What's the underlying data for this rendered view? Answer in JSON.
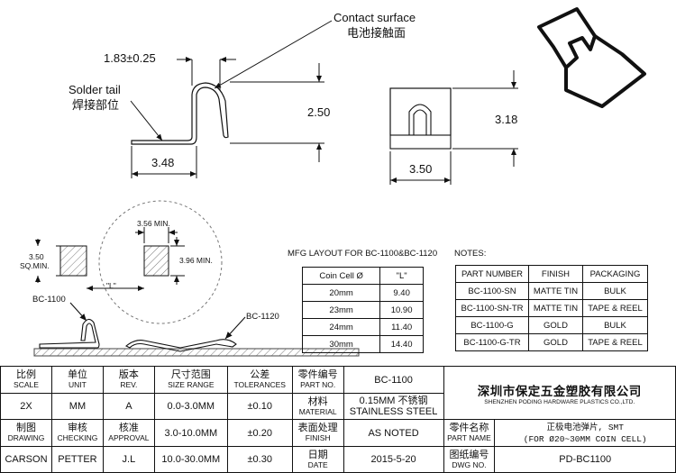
{
  "callouts": {
    "contact_en": "Contact surface",
    "contact_cn": "电池接触面",
    "solder_en": "Solder tail",
    "solder_cn": "焊接部位"
  },
  "dims": {
    "d1": "1.83±0.25",
    "d2": "2.50",
    "d3": "3.48",
    "d4": "3.18",
    "d5": "3.50",
    "d6": "3.56 MIN.",
    "d7": "3.96 MIN.",
    "d8a": "3.50",
    "d8b": "SQ.MIN.",
    "d9": "\"L\""
  },
  "layout_labels": {
    "bc1100": "BC-1100",
    "bc1120": "BC-1120"
  },
  "mfg": {
    "title": "MFG LAYOUT FOR BC-1100&BC-1120",
    "headers": [
      "Coin Cell Ø",
      "\"L\""
    ],
    "rows": [
      [
        "20mm",
        "9.40"
      ],
      [
        "23mm",
        "10.90"
      ],
      [
        "24mm",
        "11.40"
      ],
      [
        "30mm",
        "14.40"
      ]
    ]
  },
  "notes": {
    "title": "NOTES:",
    "headers": [
      "PART NUMBER",
      "FINISH",
      "PACKAGING"
    ],
    "rows": [
      [
        "BC-1100-SN",
        "MATTE TIN",
        "BULK"
      ],
      [
        "BC-1100-SN-TR",
        "MATTE TIN",
        "TAPE & REEL"
      ],
      [
        "BC-1100-G",
        "GOLD",
        "BULK"
      ],
      [
        "BC-1100-G-TR",
        "GOLD",
        "TAPE & REEL"
      ]
    ]
  },
  "titleblock": {
    "scale_cn": "比例",
    "scale_en": "SCALE",
    "unit_cn": "单位",
    "unit_en": "UNIT",
    "rev_cn": "版本",
    "rev_en": "REV.",
    "size_cn": "尺寸范围",
    "size_en": "SIZE RANGE",
    "tol_cn": "公差",
    "tol_en": "TOLERANCES",
    "partno_cn": "零件编号",
    "partno_en": "PART NO.",
    "partno_val": "BC-1100",
    "scale_val": "2X",
    "unit_val": "MM",
    "rev_val": "A",
    "range1": "0.0-3.0MM",
    "tol1": "±0.10",
    "material_cn": "材料",
    "material_en": "MATERIAL",
    "material_val1": "0.15MM 不锈钢",
    "material_val2": "STAINLESS STEEL",
    "drawing_cn": "制图",
    "drawing_en": "DRAWING",
    "checking_cn": "审核",
    "checking_en": "CHECKING",
    "approval_cn": "核准",
    "approval_en": "APPROVAL",
    "range2": "3.0-10.0MM",
    "tol2": "±0.20",
    "finish_cn": "表面处理",
    "finish_en": "FINISH",
    "finish_val": "AS NOTED",
    "partname_cn": "零件名称",
    "partname_en": "PART NAME",
    "partname_val1": "正极电池弹片, SMT",
    "partname_val2": "(FOR Ø20~30MM COIN CELL)",
    "drawer": "CARSON",
    "checker": "PETTER",
    "approver": "J.L",
    "range3": "10.0-30.0MM",
    "tol3": "±0.30",
    "date_cn": "日期",
    "date_en": "DATE",
    "date_val": "2015-5-20",
    "dwg_cn": "图纸编号",
    "dwg_en": "DWG NO.",
    "dwg_val": "PD-BC1100",
    "company_cn": "深圳市保定五金塑胶有限公司",
    "company_en": "SHENZHEN PODING HARDWARE PLASTICS CO.,LTD."
  }
}
